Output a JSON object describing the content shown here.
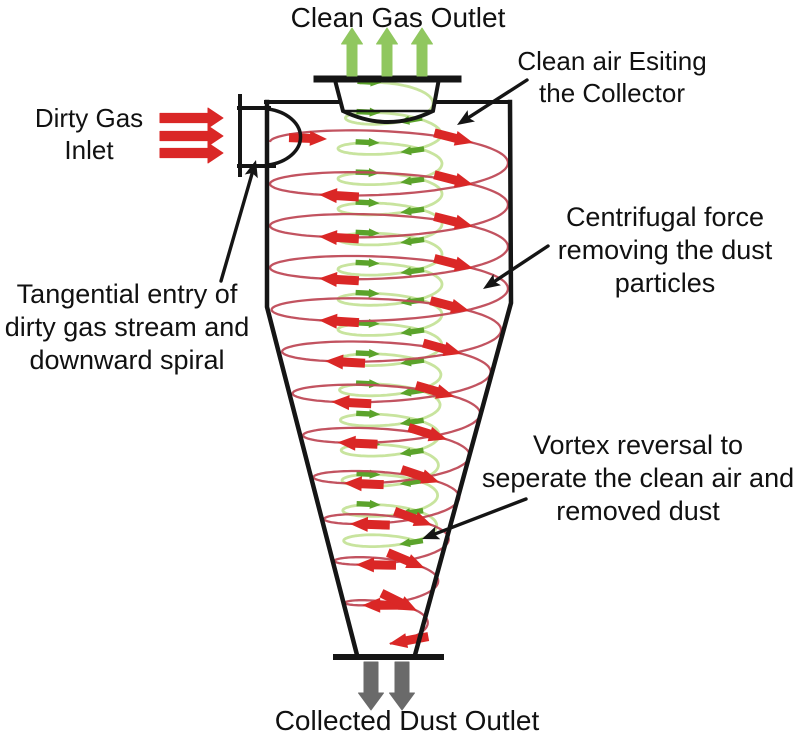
{
  "diagram": {
    "type": "cyclone-separator-flow-diagram",
    "labels": {
      "clean_gas_outlet": {
        "lines": [
          "Clean Gas Outlet"
        ]
      },
      "clean_air_exiting": {
        "lines": [
          "Clean air Esiting",
          "the Collector"
        ]
      },
      "dirty_gas_inlet": {
        "lines": [
          "Dirty Gas",
          "Inlet"
        ]
      },
      "tangential_entry": {
        "lines": [
          "Tangential entry of",
          "dirty gas stream and",
          "downward spiral"
        ]
      },
      "centrifugal_force": {
        "lines": [
          "Centrifugal force",
          "removing the dust",
          "particles"
        ]
      },
      "vortex_reversal": {
        "lines": [
          "Vortex reversal to",
          "seperate the clean air and",
          "removed dust"
        ]
      },
      "collected_dust_outlet": {
        "lines": [
          "Collected Dust Outlet"
        ]
      }
    },
    "flow": {
      "clean_gas_outlet_arrow_count": 3,
      "dirty_gas_inlet_arrow_count": 3,
      "collected_dust_outlet_arrow_count": 2,
      "outer_spiral": "dirty gas, downward, red",
      "inner_spiral": "clean air, upward, green"
    },
    "colors": {
      "background": "#ffffff",
      "outline": "#151515",
      "text": "#111111",
      "red_arrow": "#da2726",
      "red_spiral": "#bf4a57",
      "green_spiral": "#c8e49e",
      "green_arrow": "#5ba32b",
      "green_block_arrow": "#90c75f",
      "gray_arrow": "#6a6a6a"
    }
  }
}
